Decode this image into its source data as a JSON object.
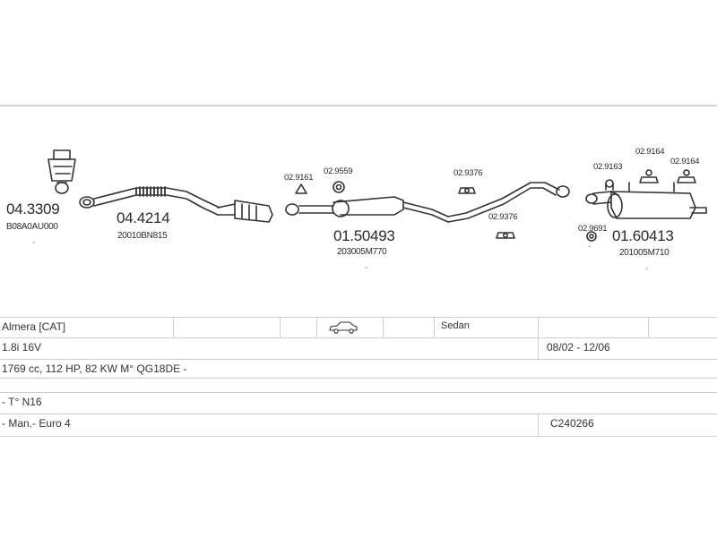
{
  "parts": {
    "catalyst_front": {
      "code": "04.3309",
      "oem": "B08A0AU000"
    },
    "front_pipe": {
      "code": "04.4214",
      "oem": "20010BN815"
    },
    "middle_silencer": {
      "code": "01.50493",
      "oem": "203005M770"
    },
    "rear_silencer": {
      "code": "01.60413",
      "oem": "201005M710"
    },
    "small_parts": {
      "p_9161": "02.9161",
      "p_9559": "02.9559",
      "p_9376_top": "02.9376",
      "p_9376_bottom": "02.9376",
      "p_9163": "02.9163",
      "p_9164_a": "02.9164",
      "p_9164_b": "02.9164",
      "p_9691": "02.9691"
    },
    "dash_marker": "-"
  },
  "vehicle": {
    "model": "Almera  [CAT]",
    "body": "Sedan",
    "engine": "1.8i 16V",
    "years": "08/02 - 12/06",
    "specs": "1769 cc, 112 HP, 82 KW M° QG18DE -",
    "type": "- T° N16",
    "trans": "- Man.- Euro 4",
    "catalog": "C240266"
  },
  "icons": {
    "car": "sedan-car-icon"
  }
}
